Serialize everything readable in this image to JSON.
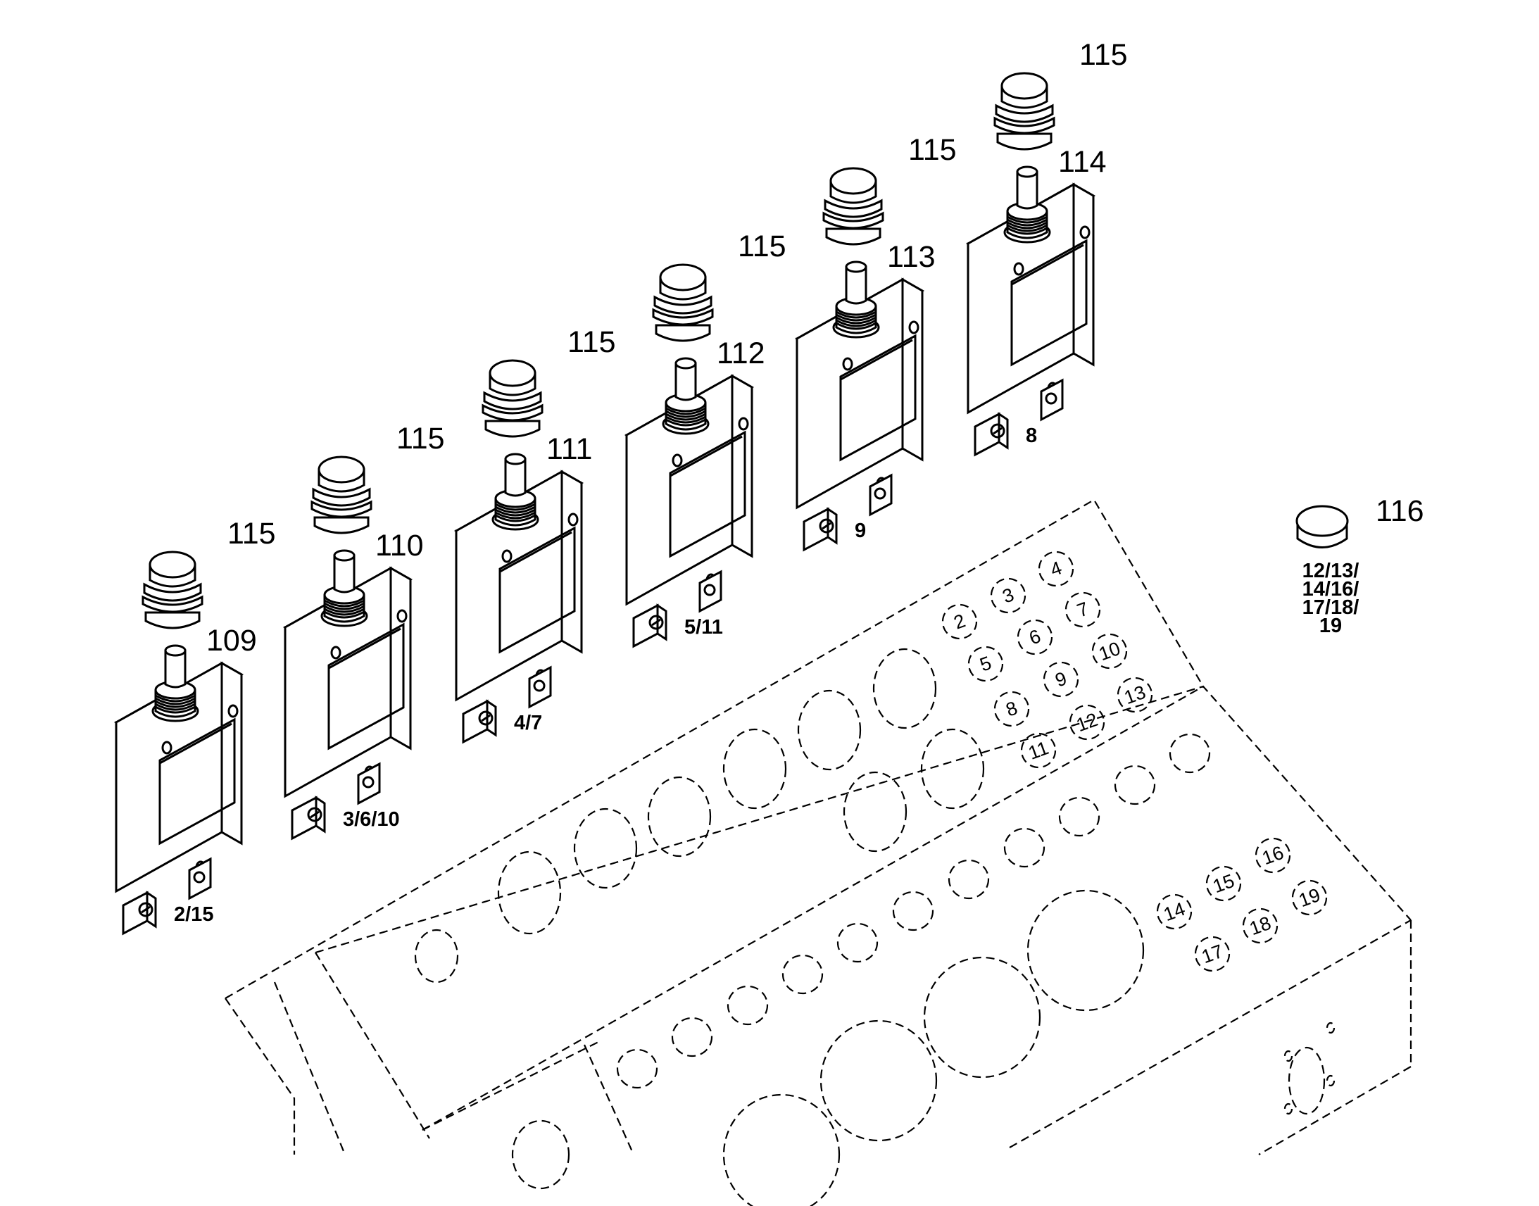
{
  "breakers": [
    {
      "callout": "109",
      "cap": "115",
      "position": "2/15"
    },
    {
      "callout": "110",
      "cap": "115",
      "position": "3/6/10"
    },
    {
      "callout": "111",
      "cap": "115",
      "position": "4/7"
    },
    {
      "callout": "112",
      "cap": "115",
      "position": "5/11"
    },
    {
      "callout": "113",
      "cap": "115",
      "position": "9"
    },
    {
      "callout": "114",
      "cap": "115",
      "position": "8"
    }
  ],
  "plug": {
    "callout": "116",
    "positions": [
      "12/13/",
      "14/16/",
      "17/18/",
      "19"
    ]
  },
  "panel_holes": [
    "2",
    "3",
    "4",
    "5",
    "6",
    "7",
    "8",
    "9",
    "10",
    "11",
    "12",
    "13",
    "14",
    "15",
    "16",
    "17",
    "18",
    "19"
  ]
}
